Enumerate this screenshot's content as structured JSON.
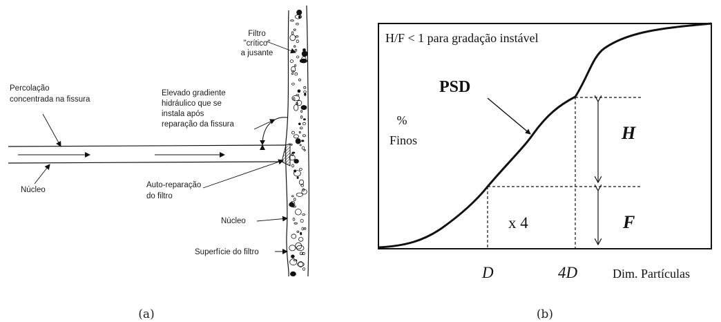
{
  "panel_a": {
    "caption": "(a)",
    "labels": {
      "filtro_line1": "Filtro",
      "filtro_line2": "\"crítico\"",
      "filtro_line3": "a jusante",
      "percolacao_line1": "Percolação",
      "percolacao_line2": "concentrada na fissura",
      "gradiente_line1": "Elevado gradiente",
      "gradiente_line2": "hidráulico que se",
      "gradiente_line3": "instala após",
      "gradiente_line4": "reparação da fissura",
      "nucleo_left": "Núcleo",
      "autoreparacao_line1": "Auto-reparação",
      "autoreparacao_line2": "do filtro",
      "nucleo_right": "Núcleo",
      "superficie": "Superfície do filtro"
    }
  },
  "panel_b": {
    "caption": "(b)",
    "title": "H/F < 1 para gradação instável",
    "curve_label": "PSD",
    "ylabel_line1": "%",
    "ylabel_line2": "Finos",
    "label_H": "H",
    "label_F": "F",
    "label_x4": "x 4",
    "tick_D": "D",
    "tick_4D": "4D",
    "xlabel": "Dim. Partículas"
  }
}
